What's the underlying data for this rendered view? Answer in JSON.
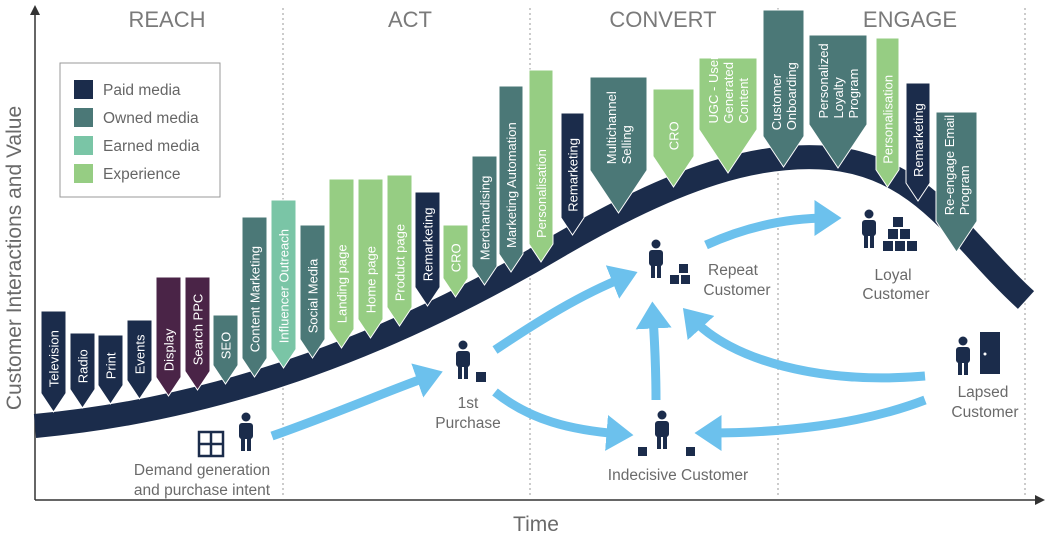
{
  "axes": {
    "y_label": "Customer Interactions and Value",
    "x_label": "Time"
  },
  "stages": [
    "REACH",
    "ACT",
    "CONVERT",
    "ENGAGE"
  ],
  "colors": {
    "paid": "#1b2c4b",
    "owned": "#4b7877",
    "earned": "#7ac5a6",
    "experience": "#96cd83",
    "paid_search": "#4a2447",
    "journey_curve": "#1b2c4b",
    "arrow": "#6cc1ed"
  },
  "legend": [
    {
      "key": "paid",
      "label": "Paid media"
    },
    {
      "key": "owned",
      "label": "Owned media"
    },
    {
      "key": "earned",
      "label": "Earned media"
    },
    {
      "key": "experience",
      "label": "Experience"
    }
  ],
  "tags": [
    {
      "lines": [
        "Television"
      ],
      "type": "paid"
    },
    {
      "lines": [
        "Radio"
      ],
      "type": "paid"
    },
    {
      "lines": [
        "Print"
      ],
      "type": "paid"
    },
    {
      "lines": [
        "Events"
      ],
      "type": "paid"
    },
    {
      "lines": [
        "Display"
      ],
      "type": "paid_search"
    },
    {
      "lines": [
        "Search PPC"
      ],
      "type": "paid_search"
    },
    {
      "lines": [
        "SEO"
      ],
      "type": "owned"
    },
    {
      "lines": [
        "Content Marketing"
      ],
      "type": "owned"
    },
    {
      "lines": [
        "Influencer Outreach"
      ],
      "type": "earned"
    },
    {
      "lines": [
        "Social Media"
      ],
      "type": "owned"
    },
    {
      "lines": [
        "Landing page"
      ],
      "type": "experience"
    },
    {
      "lines": [
        "Home page"
      ],
      "type": "experience"
    },
    {
      "lines": [
        "Product page"
      ],
      "type": "experience"
    },
    {
      "lines": [
        "Remarketing"
      ],
      "type": "paid"
    },
    {
      "lines": [
        "CRO"
      ],
      "type": "experience"
    },
    {
      "lines": [
        "Merchandising"
      ],
      "type": "owned"
    },
    {
      "lines": [
        "Marketing Automation"
      ],
      "type": "owned"
    },
    {
      "lines": [
        "Personalisation"
      ],
      "type": "experience"
    },
    {
      "lines": [
        "Remarketing"
      ],
      "type": "paid"
    },
    {
      "lines": [
        "Multichannel",
        "Selling"
      ],
      "type": "owned"
    },
    {
      "lines": [
        "CRO"
      ],
      "type": "experience"
    },
    {
      "lines": [
        "UGC - User",
        "Generated",
        "Content"
      ],
      "type": "experience"
    },
    {
      "lines": [
        "Customer",
        "Onboarding"
      ],
      "type": "owned"
    },
    {
      "lines": [
        "Personalized",
        "Loyalty",
        "Program"
      ],
      "type": "owned"
    },
    {
      "lines": [
        "Personalisation"
      ],
      "type": "experience"
    },
    {
      "lines": [
        "Remarketing"
      ],
      "type": "paid"
    },
    {
      "lines": [
        "Re-engage Email",
        "Program"
      ],
      "type": "owned"
    }
  ],
  "customers": {
    "demand": [
      "Demand generation",
      "and purchase intent"
    ],
    "first": [
      "1st",
      "Purchase"
    ],
    "repeat": [
      "Repeat",
      "Customer"
    ],
    "loyal": [
      "Loyal",
      "Customer"
    ],
    "lapsed": [
      "Lapsed",
      "Customer"
    ],
    "indecisive": [
      "Indecisive Customer"
    ]
  }
}
